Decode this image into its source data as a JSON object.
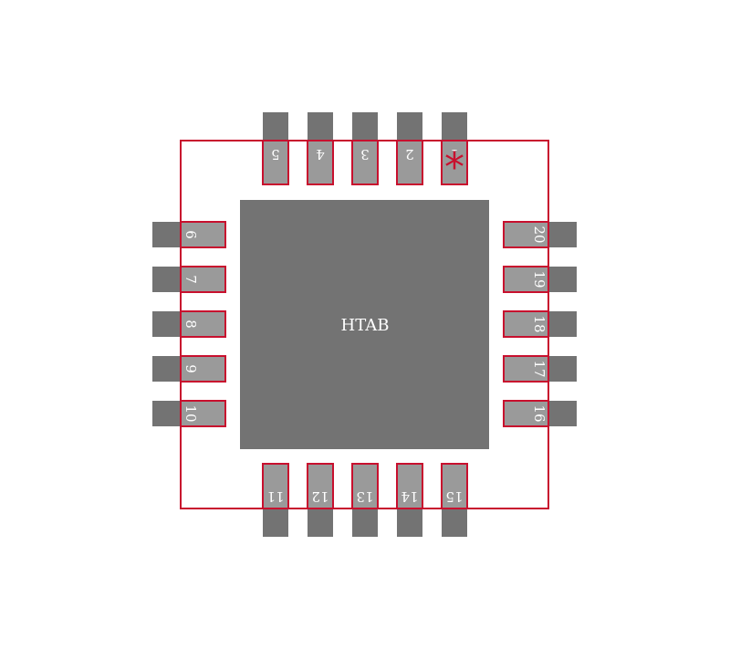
{
  "footprint": {
    "center_label": "HTAB",
    "pin1_marker": "*",
    "colors": {
      "background": "#ffffff",
      "pad_dark": "#737373",
      "pad_light": "#9a9a9a",
      "outline": "#c8102e",
      "text": "#ffffff"
    },
    "pins": {
      "top": [
        "5",
        "4",
        "3",
        "2",
        "1"
      ],
      "left": [
        "6",
        "7",
        "8",
        "9",
        "10"
      ],
      "bottom": [
        "11",
        "12",
        "13",
        "14",
        "15"
      ],
      "right": [
        "20",
        "19",
        "18",
        "17",
        "16"
      ]
    }
  }
}
